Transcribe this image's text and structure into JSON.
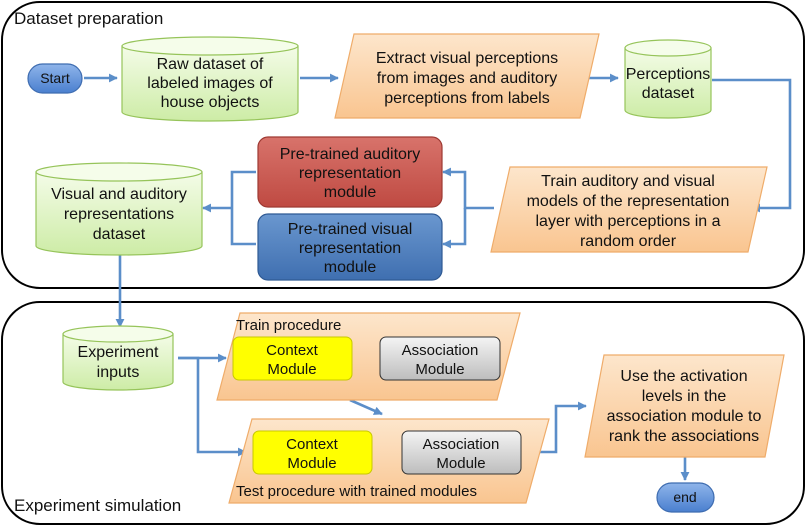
{
  "sections": {
    "top_title": "Dataset preparation",
    "bottom_title": "Experiment simulation"
  },
  "nodes": {
    "start": [
      "Start"
    ],
    "raw_dataset": [
      "Raw dataset of",
      "labeled images of",
      "house objects"
    ],
    "extract": [
      "Extract visual perceptions",
      "from images and auditory",
      "perceptions from labels"
    ],
    "perceptions_dataset": [
      "Perceptions",
      "dataset"
    ],
    "train_models": [
      "Train auditory and visual",
      "models of the representation",
      "layer with perceptions in a",
      "random order"
    ],
    "auditory_module": [
      "Pre-trained auditory",
      "representation",
      "module"
    ],
    "visual_module": [
      "Pre-trained visual",
      "representation",
      "module"
    ],
    "representations_dataset": [
      "Visual and auditory",
      "representations",
      "dataset"
    ],
    "experiment_inputs": [
      "Experiment",
      "inputs"
    ],
    "train_procedure": [
      "Train procedure"
    ],
    "train_context": [
      "Context",
      "Module"
    ],
    "train_association": [
      "Association",
      "Module"
    ],
    "test_procedure": [
      "Test procedure with trained modules"
    ],
    "test_context": [
      "Context",
      "Module"
    ],
    "test_association": [
      "Association",
      "Module"
    ],
    "rank": [
      "Use the activation",
      "levels in the",
      "association module to",
      "rank the associations"
    ],
    "end": [
      "end"
    ]
  },
  "colors": {
    "connector": "#5b8ec9",
    "database_fill": "#e4f6c8",
    "database_stroke": "#96c45a",
    "process_fill": "#fbd5ac",
    "process_stroke": "#efac6a",
    "auditory_fill": "#cc5a52",
    "visual_fill": "#4f81bd",
    "context_fill": "#ffff00",
    "association_fill": "#d6d6d6",
    "terminal_fill": "#5b8fd6"
  }
}
